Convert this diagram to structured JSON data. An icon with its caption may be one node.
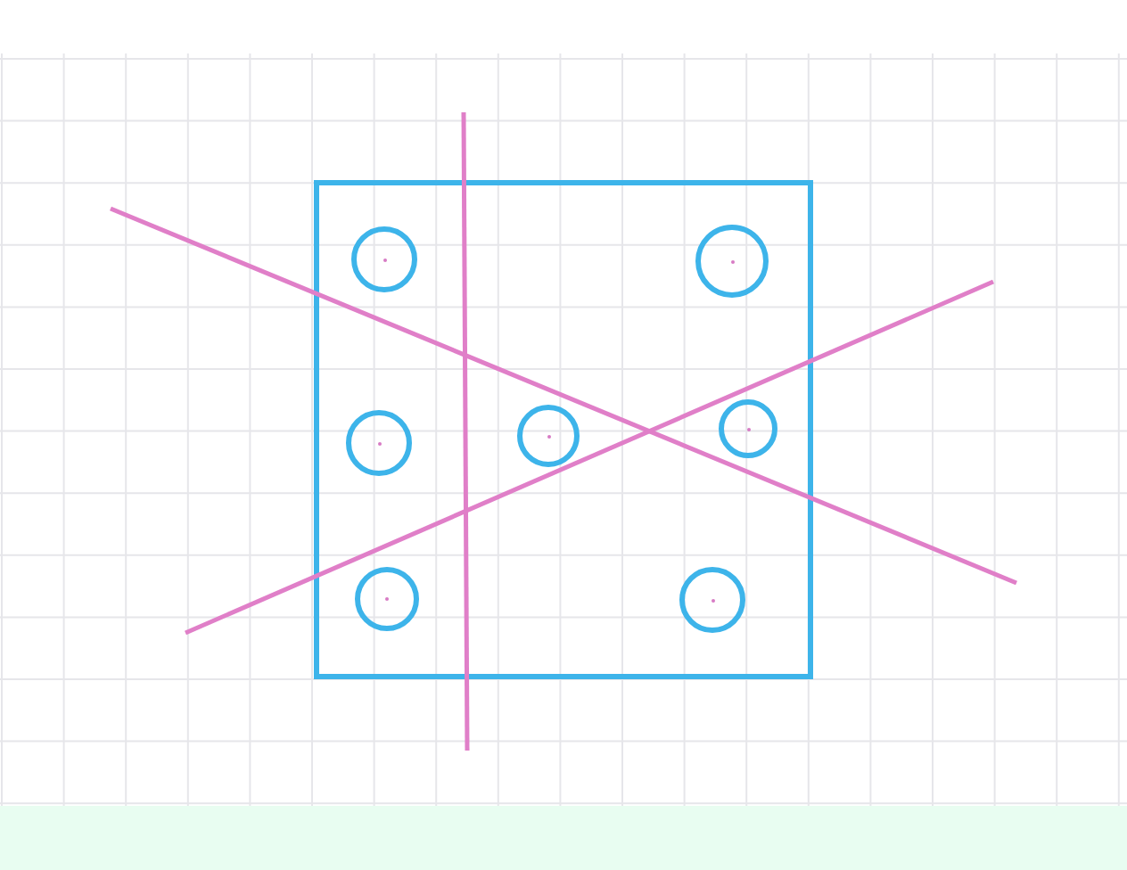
{
  "diagram": {
    "nodes": [
      {
        "text": [],
        "shape": "box"
      },
      {
        "text": [],
        "shape": "circle",
        "in": 0
      },
      {
        "text": [],
        "shape": "circle",
        "in": 0
      },
      {
        "text": [],
        "shape": "circle",
        "in": 0
      },
      {
        "text": [],
        "shape": "circle",
        "in": 0
      },
      {
        "text": [],
        "shape": "circle",
        "in": 0
      },
      {
        "text": [],
        "shape": "circle",
        "in": 0
      },
      {
        "text": [],
        "shape": "circle",
        "in": 0
      }
    ]
  }
}
